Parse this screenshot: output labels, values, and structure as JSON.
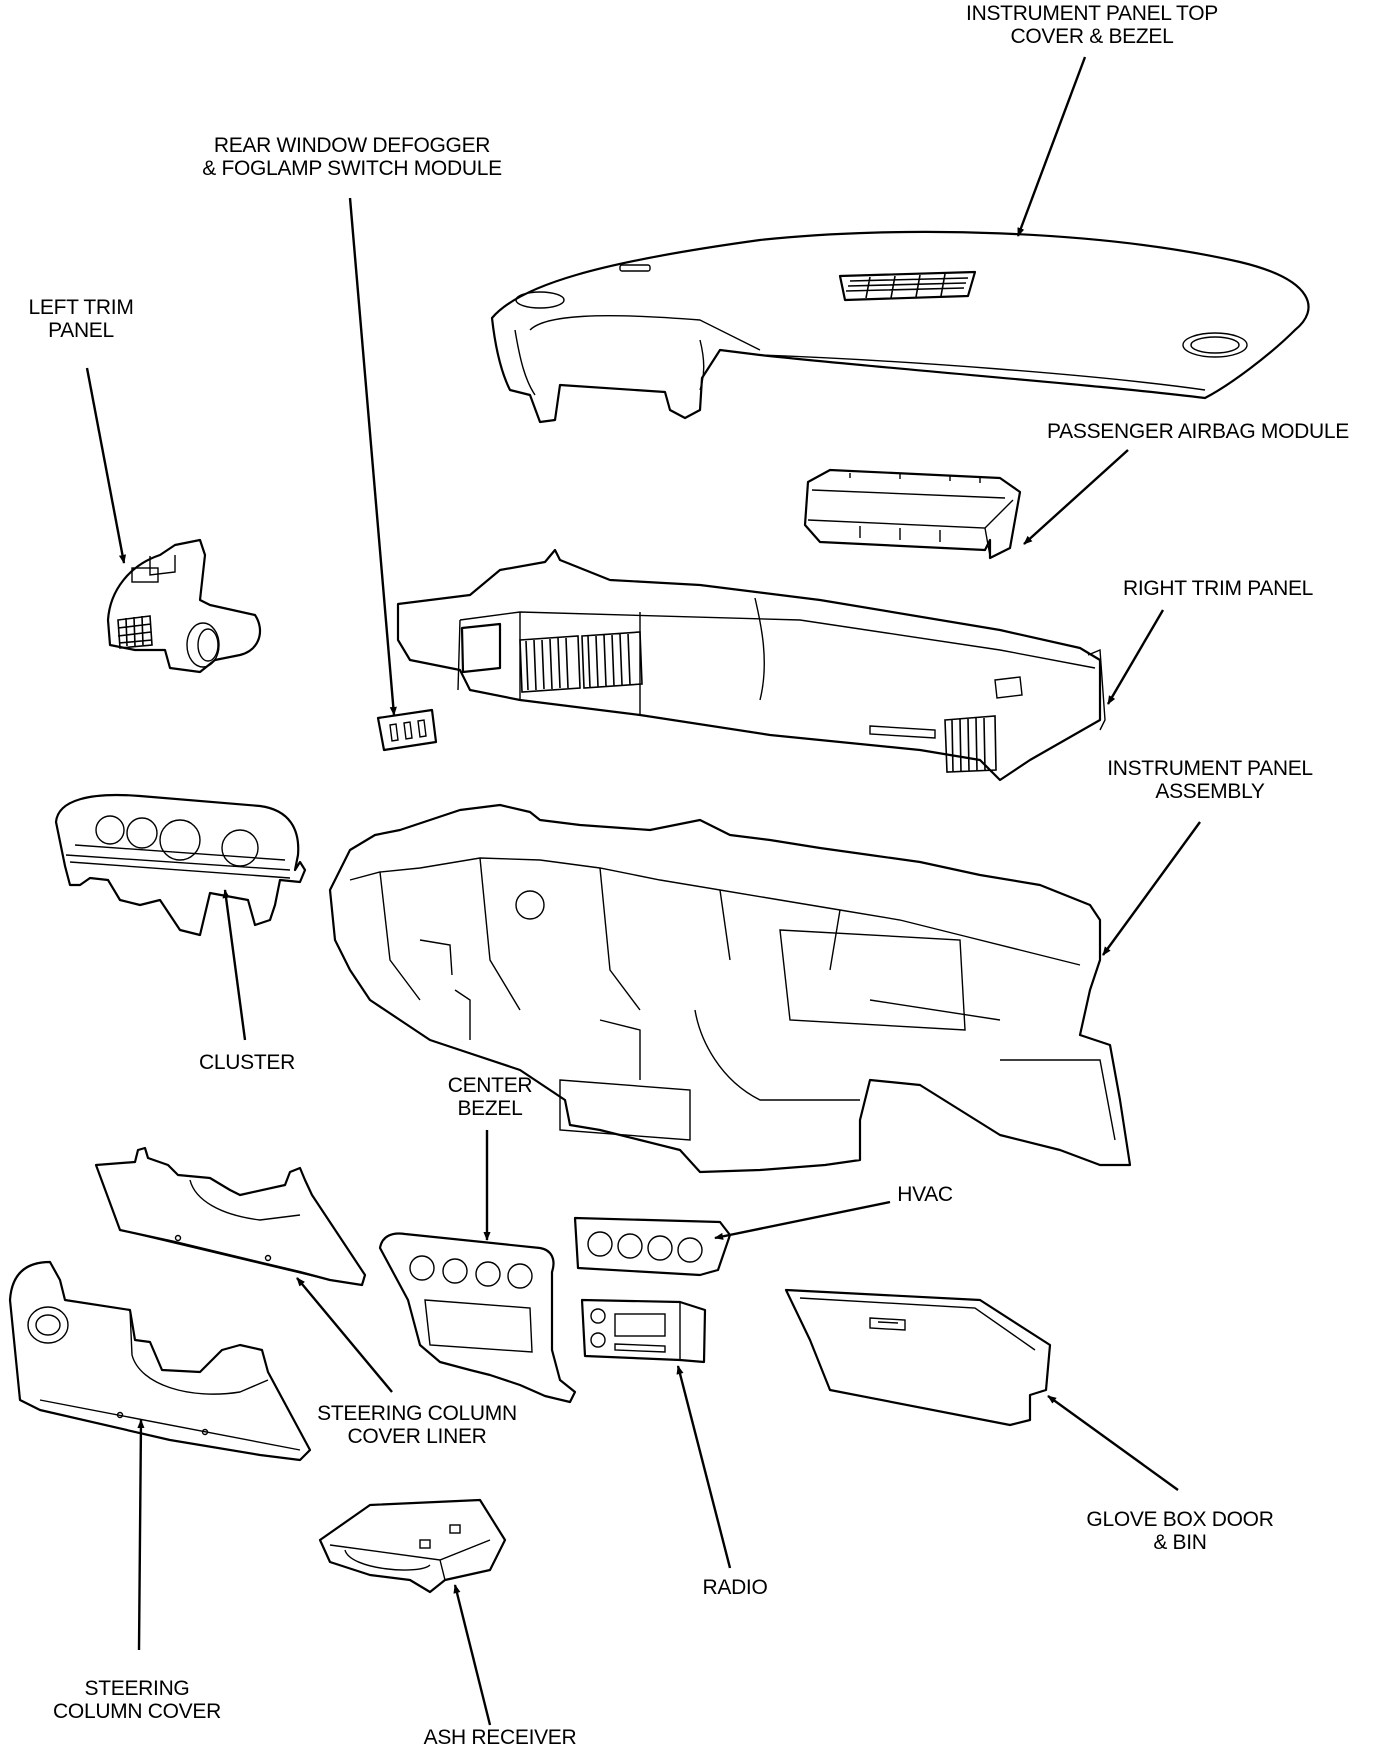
{
  "labels": {
    "top_cover": [
      "INSTRUMENT PANEL TOP",
      "COVER & BEZEL"
    ],
    "defogger": [
      "REAR WINDOW DEFOGGER",
      "& FOGLAMP SWITCH MODULE"
    ],
    "left_trim": [
      "LEFT TRIM",
      "PANEL"
    ],
    "airbag": [
      "PASSENGER AIRBAG MODULE"
    ],
    "right_trim": [
      "RIGHT TRIM PANEL"
    ],
    "ip_assembly": [
      "INSTRUMENT PANEL",
      "ASSEMBLY"
    ],
    "cluster": [
      "CLUSTER"
    ],
    "center_bezel": [
      "CENTER",
      "BEZEL"
    ],
    "hvac": [
      "HVAC"
    ],
    "column_liner": [
      "STEERING COLUMN",
      "COVER LINER"
    ],
    "glove_box": [
      "GLOVE BOX DOOR",
      "& BIN"
    ],
    "radio": [
      "RADIO"
    ],
    "column_cover": [
      "STEERING",
      "COLUMN COVER"
    ],
    "ash_receiver": [
      "ASH RECEIVER"
    ]
  }
}
